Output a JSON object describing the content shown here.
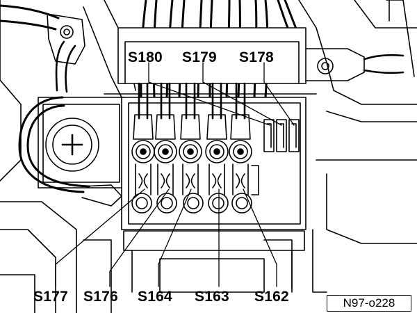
{
  "diagram": {
    "labels_top": {
      "s180": "S180",
      "s179": "S179",
      "s178": "S178"
    },
    "labels_bottom": {
      "s177": "S177",
      "s176": "S176",
      "s164": "S164",
      "s163": "S163",
      "s162": "S162"
    },
    "reference": "N97-o228"
  }
}
